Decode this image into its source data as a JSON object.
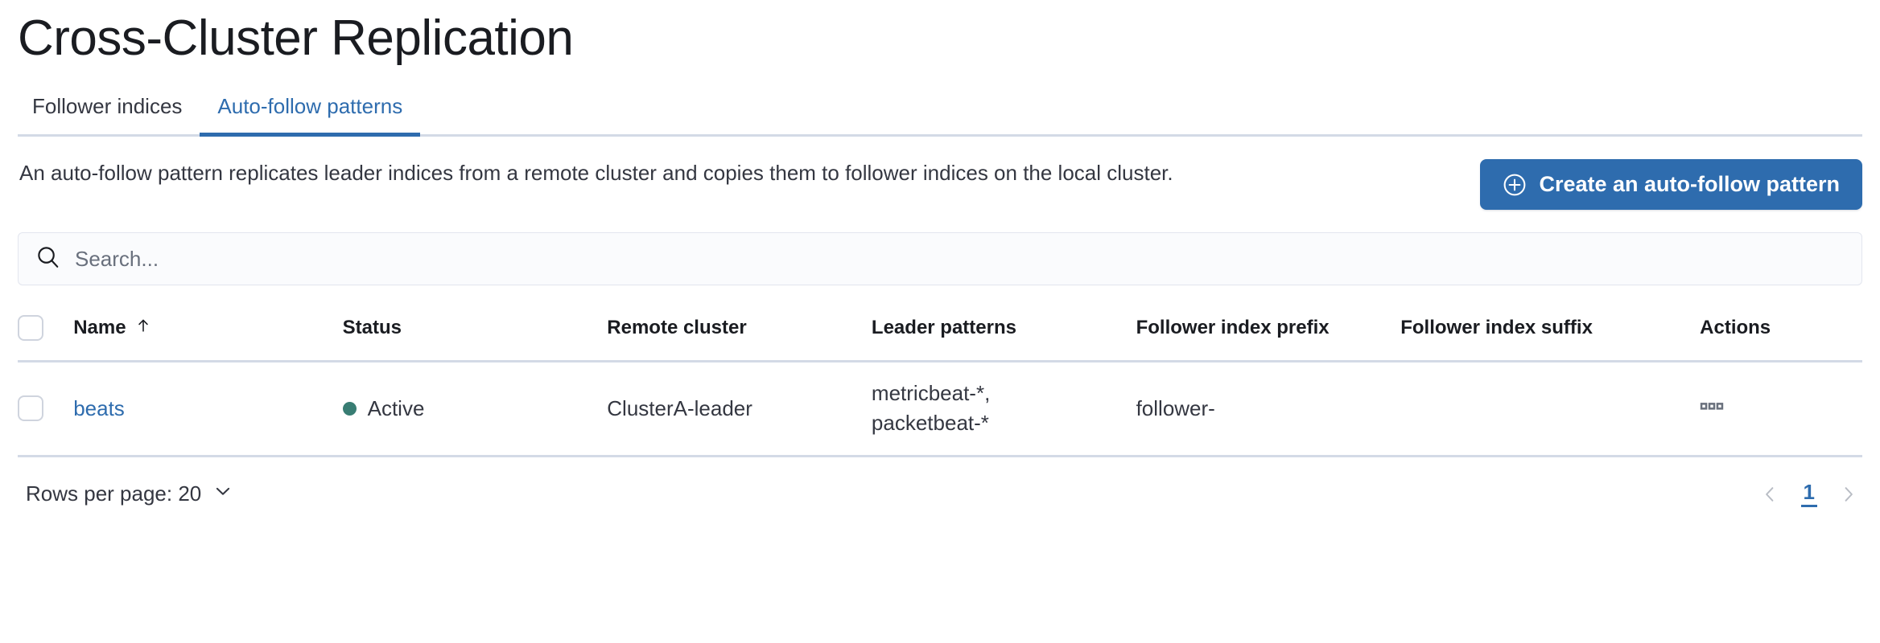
{
  "header": {
    "title": "Cross-Cluster Replication"
  },
  "tabs": [
    {
      "label": "Follower indices",
      "active": false
    },
    {
      "label": "Auto-follow patterns",
      "active": true
    }
  ],
  "intro": {
    "description": "An auto-follow pattern replicates leader indices from a remote cluster and copies them to follower indices on the local cluster.",
    "create_button_label": "Create an auto-follow pattern",
    "create_button_icon": "plus-in-circle-icon"
  },
  "search": {
    "placeholder": "Search...",
    "value": "",
    "icon": "search-icon"
  },
  "table": {
    "columns": [
      {
        "key": "name",
        "label": "Name",
        "sorted": true,
        "sort_direction": "asc",
        "sort_icon": "sort-up-icon"
      },
      {
        "key": "status",
        "label": "Status"
      },
      {
        "key": "remote_cluster",
        "label": "Remote cluster"
      },
      {
        "key": "leader_patterns",
        "label": "Leader patterns"
      },
      {
        "key": "follower_index_prefix",
        "label": "Follower index prefix"
      },
      {
        "key": "follower_index_suffix",
        "label": "Follower index suffix"
      },
      {
        "key": "actions",
        "label": "Actions"
      }
    ],
    "rows": [
      {
        "name": "beats",
        "status": "Active",
        "status_color": "#387d73",
        "remote_cluster": "ClusterA-leader",
        "leader_patterns": "metricbeat-*,\npacketbeat-*",
        "follower_index_prefix": "follower-",
        "follower_index_suffix": "",
        "actions_icon": "boxes-horizontal-icon",
        "selected": false
      }
    ],
    "select_all_checked": false
  },
  "footer": {
    "rows_per_page_label": "Rows per page: 20",
    "rows_per_page_icon": "chevron-down-icon",
    "pagination": {
      "previous_icon": "chevron-left-icon",
      "next_icon": "chevron-right-icon",
      "pages": [
        "1"
      ],
      "current_page": "1"
    }
  },
  "colors": {
    "accent_blue": "#2e6cae",
    "status_active": "#387d73",
    "border": "#d3dae6",
    "text": "#343741"
  }
}
